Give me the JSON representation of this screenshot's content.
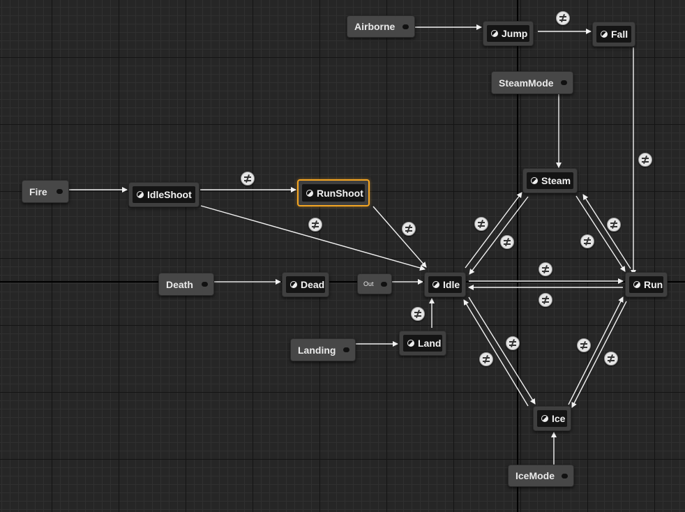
{
  "graph": {
    "entries": {
      "airborne": "Airborne",
      "steam_mode": "SteamMode",
      "fire": "Fire",
      "death": "Death",
      "out": "Out",
      "landing": "Landing",
      "ice_mode": "IceMode"
    },
    "states": {
      "jump": "Jump",
      "fall": "Fall",
      "steam": "Steam",
      "idle_shoot": "IdleShoot",
      "run_shoot": "RunShoot",
      "dead": "Dead",
      "idle": "Idle",
      "run": "Run",
      "land": "Land",
      "ice": "Ice"
    },
    "selected_state": "RunShoot",
    "colors": {
      "background": "#262626",
      "grid_major": "#141414",
      "grid_minor": "#303030",
      "wire": "#f2f2f2",
      "selection": "#f5a623"
    }
  }
}
